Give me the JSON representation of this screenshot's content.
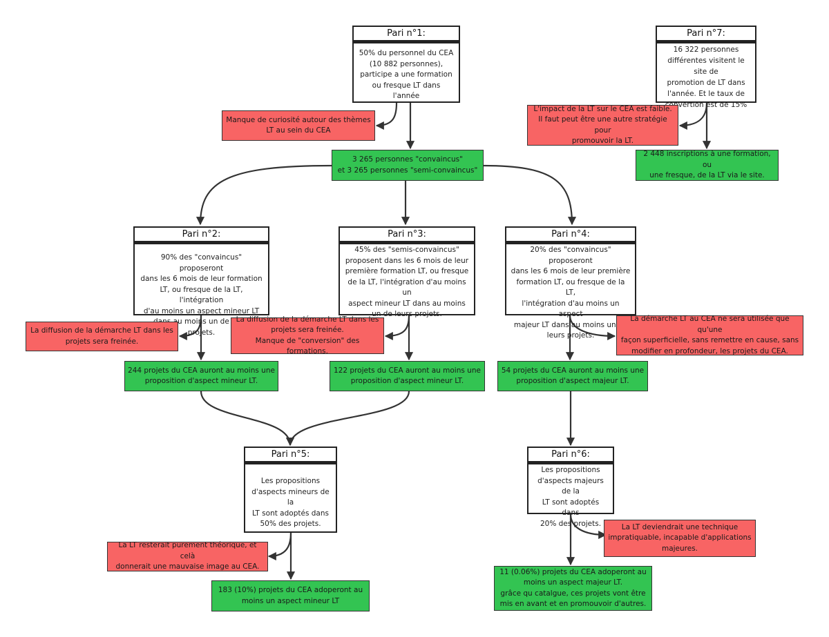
{
  "colors": {
    "risk_box": "#f86464",
    "result_box": "#33c452",
    "line": "#333333"
  },
  "pari1": {
    "title": "Pari n°1:",
    "lines": [
      "50% du personnel du CEA",
      "(10 882 personnes),",
      "participe a une formation",
      "ou fresque LT dans l'année"
    ]
  },
  "risk1": {
    "lines": [
      "Manque de curiosité autour des thèmes",
      "LT au sein du CEA"
    ]
  },
  "result1": {
    "lines": [
      "3 265 personnes \"convaincus\"",
      "et 3 265 personnes \"semi-convaincus\""
    ]
  },
  "pari7": {
    "title": "Pari n°7:",
    "lines": [
      "16 322 personnes",
      "différentes visitent le site de",
      "promotion de LT dans",
      "l'année. Et le taux de",
      "convertion est de 15%"
    ]
  },
  "risk7": {
    "lines": [
      "L'impact de la LT sur le CEA est faible.",
      "Il faut peut être une autre stratégie pour",
      "promouvoir la LT."
    ]
  },
  "result7": {
    "lines": [
      "2 448 inscriptions à une formation, ou",
      "une fresque, de la LT via le site."
    ]
  },
  "pari2": {
    "title": "Pari n°2:",
    "lines": [
      "90% des \"convaincus\" proposeront",
      "dans les 6 mois de leur formation",
      "LT, ou fresque de la LT, l'intégration",
      "d'au moins un aspect mineur LT",
      "dans au moins un de leurs projets."
    ]
  },
  "risk2": {
    "lines": [
      "La diffusion de la démarche LT dans les",
      "projets sera freinée."
    ]
  },
  "result2": {
    "lines": [
      "244 projets du CEA auront au moins une",
      "proposition d'aspect mineur LT."
    ]
  },
  "pari3": {
    "title": "Pari n°3:",
    "lines": [
      "45% des \"semis-convaincus\"",
      "proposent dans les 6 mois de leur",
      "première formation LT, ou fresque",
      "de la LT, l'intégration d'au moins un",
      "aspect mineur LT dans au moins",
      "un de leurs projets."
    ]
  },
  "risk3": {
    "lines": [
      "La diffusion de la démarche LT dans les",
      "projets sera freinée.",
      "Manque de \"conversion\" des formations."
    ]
  },
  "result3": {
    "lines": [
      "122 projets du CEA auront au moins une",
      "proposition d'aspect mineur LT."
    ]
  },
  "pari4": {
    "title": "Pari n°4:",
    "lines": [
      "20% des \"convaincus\" proposeront",
      "dans les 6 mois de leur première",
      "formation LT, ou fresque de la LT,",
      "l'intégration d'au moins un aspect",
      "majeur LT dans au moins un de",
      "leurs projets."
    ]
  },
  "risk4": {
    "lines": [
      "La démarche LT au CEA ne sera utilisée que qu'une",
      "façon superficielle, sans remettre en cause, sans",
      "modifier en profondeur, les projets du CEA."
    ]
  },
  "result4": {
    "lines": [
      "54 projets du CEA auront au moins une",
      "proposition d'aspect majeur LT."
    ]
  },
  "pari5": {
    "title": "Pari n°5:",
    "lines": [
      "Les propositions",
      "d'aspects mineurs de la",
      "LT sont adoptés dans",
      "50% des projets."
    ]
  },
  "risk5": {
    "lines": [
      "La LT resterait purement théorique, et celà",
      "donnerait une mauvaise image au CEA."
    ]
  },
  "result5": {
    "lines": [
      "183 (10%) projets du CEA adoperont au",
      "moins un aspect mineur LT"
    ]
  },
  "pari6": {
    "title": "Pari n°6:",
    "lines": [
      "Les propositions",
      "d'aspects majeurs de la",
      "LT sont adoptés dans",
      "20% des projets."
    ]
  },
  "risk6": {
    "lines": [
      "La LT deviendrait une technique",
      "impratiquable, incapable d'applications",
      "majeures."
    ]
  },
  "result6": {
    "lines": [
      "11 (0.06%) projets du CEA adoperont au",
      "moins un aspect majeur LT.",
      "grâce qu catalgue, ces projets vont être",
      "mis en avant et en promouvoir d'autres."
    ]
  }
}
